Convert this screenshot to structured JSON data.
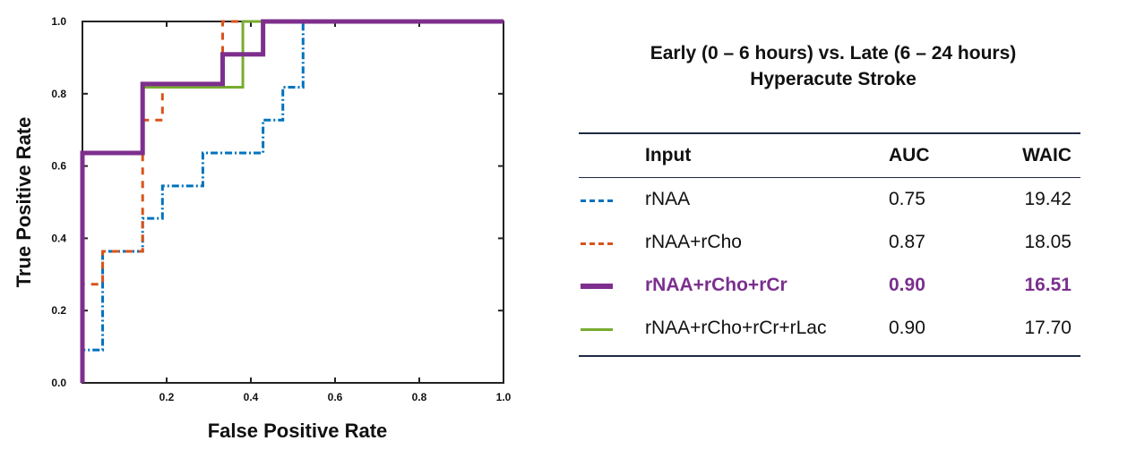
{
  "chart_data": {
    "type": "line",
    "title": "Early (0 – 6 hours) vs. Late (6 – 24 hours)",
    "subtitle": "Hyperacute Stroke",
    "xlabel": "False Positive Rate",
    "ylabel": "True Positive Rate",
    "xlim": [
      0,
      1
    ],
    "ylim": [
      0,
      1
    ],
    "xticks": [
      "0.2",
      "0.4",
      "0.6",
      "0.8",
      "1.0"
    ],
    "yticks": [
      "0.0",
      "0.2",
      "0.4",
      "0.6",
      "0.8",
      "1.0"
    ],
    "series": [
      {
        "name": "rNAA",
        "color": "#0072bd",
        "dash": "8,3,2,3",
        "width": 3,
        "x": [
          0,
          0,
          0.048,
          0.048,
          0.143,
          0.143,
          0.19,
          0.19,
          0.286,
          0.286,
          0.429,
          0.429,
          0.476,
          0.476,
          0.524,
          0.524,
          1
        ],
        "y": [
          0,
          0.091,
          0.091,
          0.364,
          0.364,
          0.455,
          0.455,
          0.545,
          0.545,
          0.636,
          0.636,
          0.727,
          0.727,
          0.818,
          0.818,
          1,
          1
        ]
      },
      {
        "name": "rNAA+rCho",
        "color": "#d95319",
        "dash": "8,7",
        "width": 3,
        "x": [
          0,
          0,
          0.048,
          0.048,
          0.143,
          0.143,
          0.19,
          0.19,
          0.333,
          0.333,
          1
        ],
        "y": [
          0,
          0.273,
          0.273,
          0.364,
          0.364,
          0.727,
          0.727,
          0.818,
          0.818,
          1,
          1
        ]
      },
      {
        "name": "rNAA+rCho+rCr+rLac",
        "color": "#77ac30",
        "dash": "",
        "width": 3,
        "x": [
          0,
          0,
          0.143,
          0.143,
          0.381,
          0.381,
          1
        ],
        "y": [
          0,
          0.636,
          0.636,
          0.818,
          0.818,
          1,
          1
        ]
      },
      {
        "name": "rNAA+rCho+rCr",
        "color": "#7e2f8e",
        "dash": "",
        "width": 5,
        "x": [
          0,
          0,
          0.143,
          0.143,
          0.333,
          0.333,
          0.429,
          0.429,
          1
        ],
        "y": [
          0,
          0.636,
          0.636,
          0.827,
          0.827,
          0.909,
          0.909,
          1,
          1
        ]
      }
    ]
  },
  "table": {
    "headers": [
      "Input",
      "AUC",
      "WAIC"
    ],
    "rows": [
      {
        "input": "rNAA",
        "auc": "0.75",
        "waic": "19.42"
      },
      {
        "input": "rNAA+rCho",
        "auc": "0.87",
        "waic": "18.05"
      },
      {
        "input": "rNAA+rCho+rCr",
        "auc": "0.90",
        "waic": "16.51"
      },
      {
        "input": "rNAA+rCho+rCr+rLac",
        "auc": "0.90",
        "waic": "17.70"
      }
    ]
  }
}
